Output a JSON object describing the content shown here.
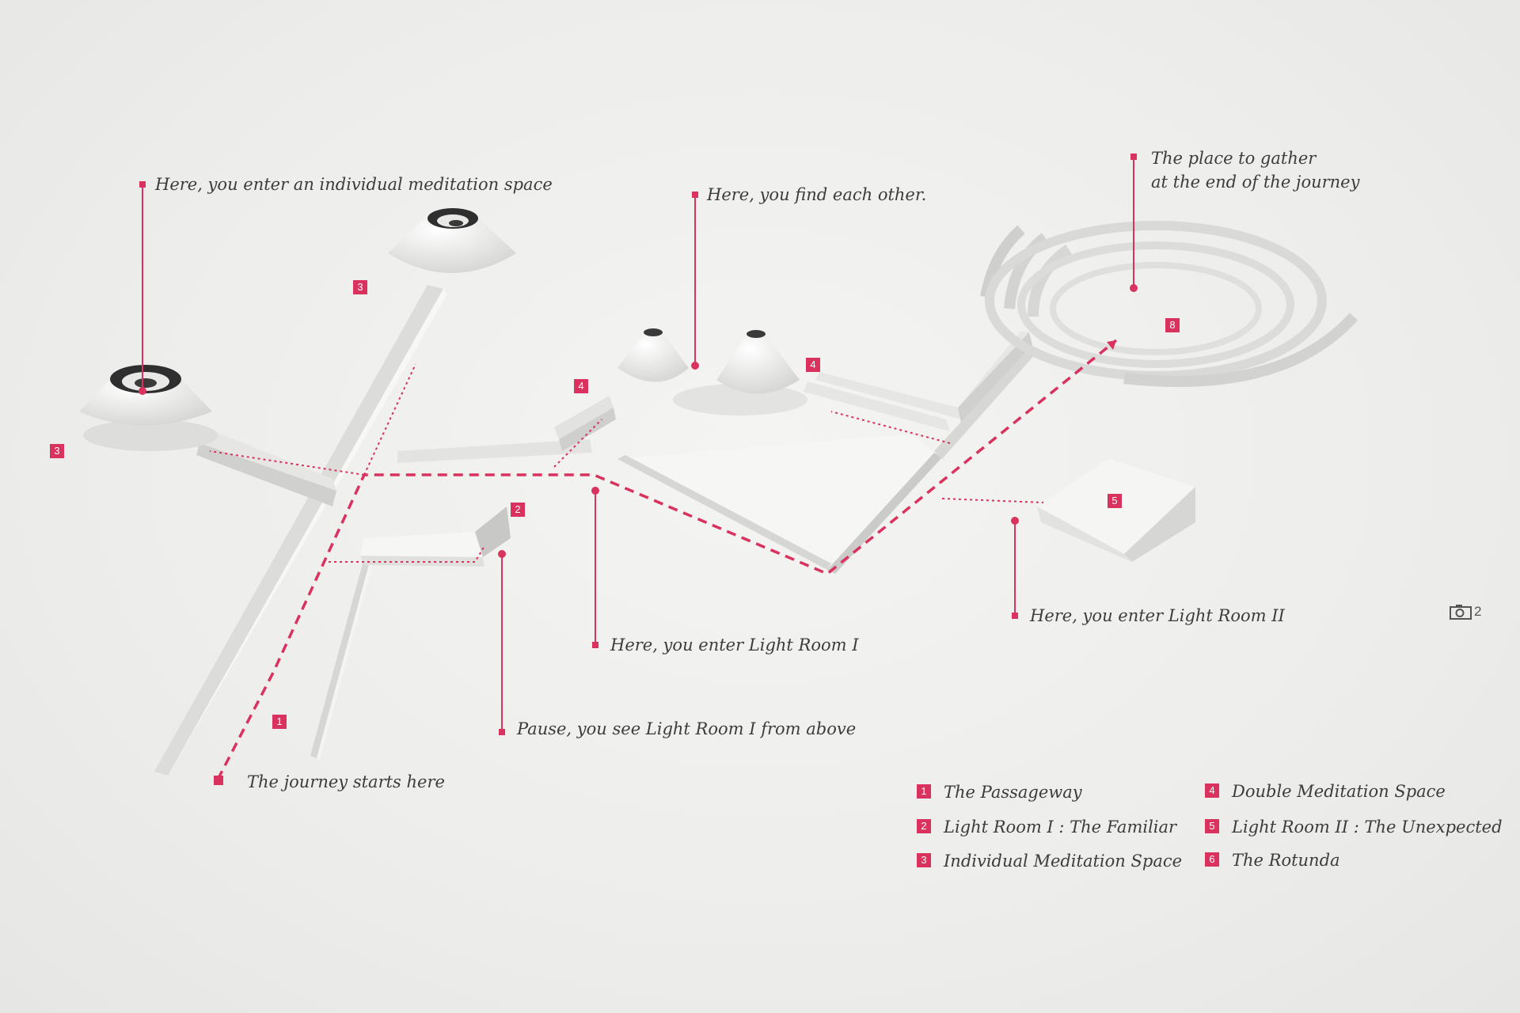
{
  "annotations": [
    {
      "key": "individual",
      "text": "Here, you enter an individual meditation space"
    },
    {
      "key": "each_other",
      "text": "Here,  you find each other."
    },
    {
      "key": "gather_1",
      "text": "The place to gather"
    },
    {
      "key": "gather_2",
      "text": "at the end of the journey"
    },
    {
      "key": "light1",
      "text": "Here, you enter Light Room I"
    },
    {
      "key": "light2",
      "text": "Here, you enter Light Room II"
    },
    {
      "key": "pause",
      "text": "Pause, you see Light Room I from above"
    },
    {
      "key": "start",
      "text": "The journey starts here"
    }
  ],
  "map_badges": [
    {
      "id": "b1",
      "num": "1"
    },
    {
      "id": "b2",
      "num": "2"
    },
    {
      "id": "b3a",
      "num": "3"
    },
    {
      "id": "b3b",
      "num": "3"
    },
    {
      "id": "b4a",
      "num": "4"
    },
    {
      "id": "b4b",
      "num": "4"
    },
    {
      "id": "b5",
      "num": "5"
    },
    {
      "id": "b8",
      "num": "8"
    }
  ],
  "legend": [
    {
      "num": "1",
      "label": "The Passageway"
    },
    {
      "num": "2",
      "label": "Light Room I : The Familiar"
    },
    {
      "num": "3",
      "label": "Individual Meditation Space"
    },
    {
      "num": "4",
      "label": "Double Meditation Space"
    },
    {
      "num": "5",
      "label": "Light Room II : The Unexpected"
    },
    {
      "num": "6",
      "label": "The Rotunda"
    }
  ],
  "camera": {
    "icon": "camera-icon",
    "label": "2"
  },
  "colors": {
    "accent": "#d9325e",
    "background": "#efefed",
    "text": "#3c3c3c"
  }
}
